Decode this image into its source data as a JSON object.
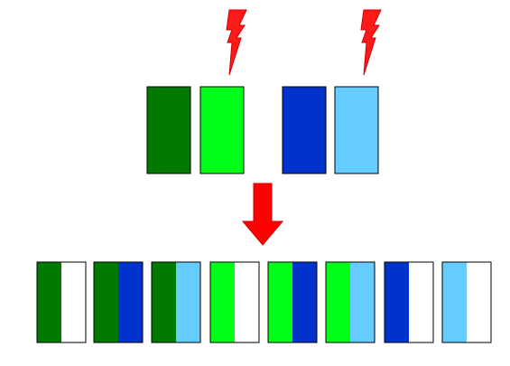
{
  "colors": {
    "dark_green": "#007a00",
    "bright_green": "#00ff18",
    "dark_blue": "#0033cc",
    "light_blue": "#66ccff",
    "white": "#ffffff",
    "arrow_red": "#ff0000",
    "bolt_red": "#ff1a1a"
  },
  "icons": {
    "lightning": "lightning-bolt-icon",
    "merge_arrow": "down-arrow-icon"
  },
  "source_tiles": [
    {
      "name": "dark-green-tile",
      "color": "dark_green",
      "struck": false
    },
    {
      "name": "bright-green-tile",
      "color": "bright_green",
      "struck": true
    },
    {
      "name": "dark-blue-tile",
      "color": "dark_blue",
      "struck": false
    },
    {
      "name": "light-blue-tile",
      "color": "light_blue",
      "struck": true
    }
  ],
  "result_pairs": [
    {
      "left": "dark_green",
      "right": "white"
    },
    {
      "left": "dark_green",
      "right": "dark_blue"
    },
    {
      "left": "dark_green",
      "right": "light_blue"
    },
    {
      "left": "bright_green",
      "right": "white"
    },
    {
      "left": "bright_green",
      "right": "dark_blue"
    },
    {
      "left": "bright_green",
      "right": "light_blue"
    },
    {
      "left": "dark_blue",
      "right": "white"
    },
    {
      "left": "light_blue",
      "right": "white"
    }
  ]
}
